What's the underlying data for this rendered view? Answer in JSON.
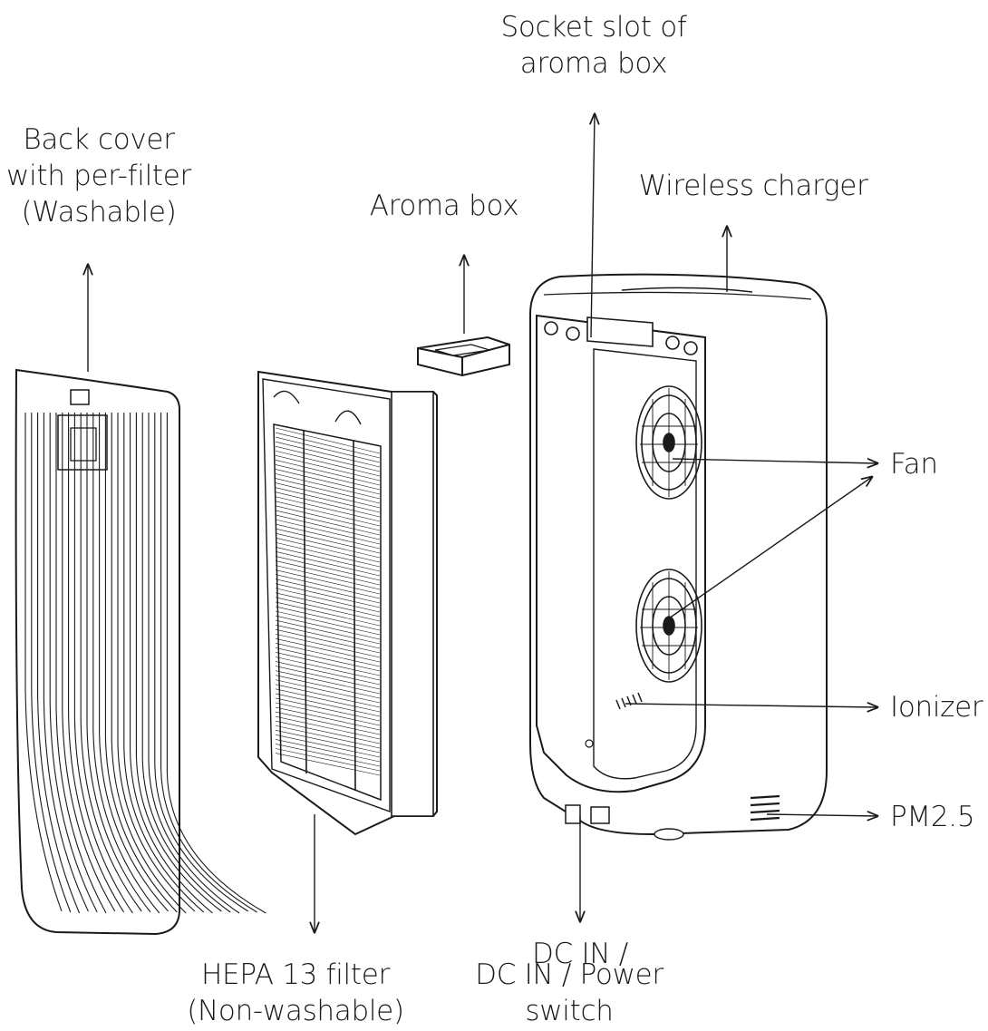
{
  "labels": {
    "back_cover": [
      "Back cover",
      "with per-filter",
      "(Washable)"
    ],
    "aroma_box": "Aroma box",
    "socket_slot": [
      "Socket slot of",
      "aroma box"
    ],
    "wireless_charger": "Wireless charger",
    "fan": "Fan",
    "ionizer": "Ionizer",
    "pm25": "PM2.5",
    "hepa": [
      "HEPA 13 filter",
      "(Non-washable)"
    ],
    "dc_in_overlay": "DC IN /",
    "dc_in": [
      "DC IN / Power",
      "switch"
    ]
  },
  "colors": {
    "line": "#1a1a1a",
    "fill": "#ffffff"
  }
}
